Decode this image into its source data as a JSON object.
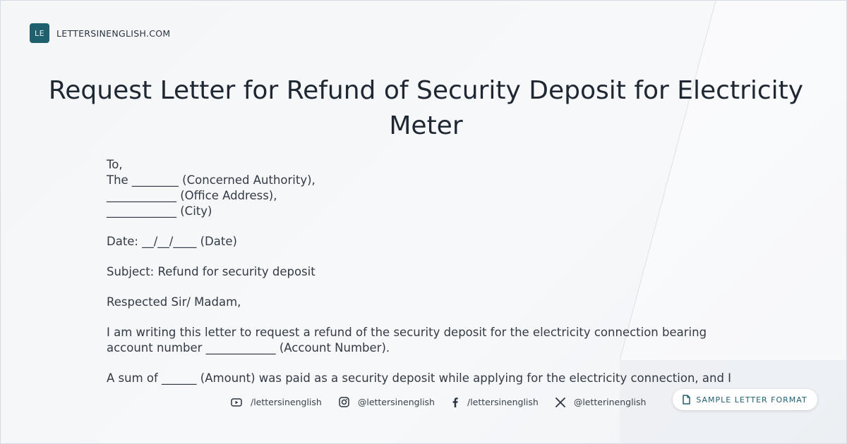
{
  "brand": {
    "logo_text": "LE",
    "site_name": "LETTERSINENGLISH.COM"
  },
  "title": "Request Letter for Refund of Security Deposit for Electricity Meter",
  "letter": {
    "address": [
      "To,",
      "The ________ (Concerned Authority),",
      "____________ (Office Address),",
      "____________ (City)"
    ],
    "date": "Date: __/__/____ (Date)",
    "subject": "Subject: Refund for security deposit",
    "salutation": "Respected Sir/ Madam,",
    "para1_line1": "I am writing this letter to request a refund of the security deposit for the electricity connection bearing",
    "para1_line2": "account number ____________ (Account Number).",
    "para2_line1": "A sum of ______ (Amount) was paid as a security deposit while applying for the electricity connection, and I"
  },
  "social": [
    {
      "icon": "youtube-icon",
      "label": "/lettersinenglish"
    },
    {
      "icon": "instagram-icon",
      "label": "@lettersinenglish"
    },
    {
      "icon": "facebook-icon",
      "label": "/lettersinenglish"
    },
    {
      "icon": "x-icon",
      "label": "@letterinenglish"
    }
  ],
  "badge": {
    "icon": "document-icon",
    "label": "SAMPLE LETTER FORMAT"
  },
  "colors": {
    "accent": "#1f5f6e",
    "text": "#1f2733"
  }
}
